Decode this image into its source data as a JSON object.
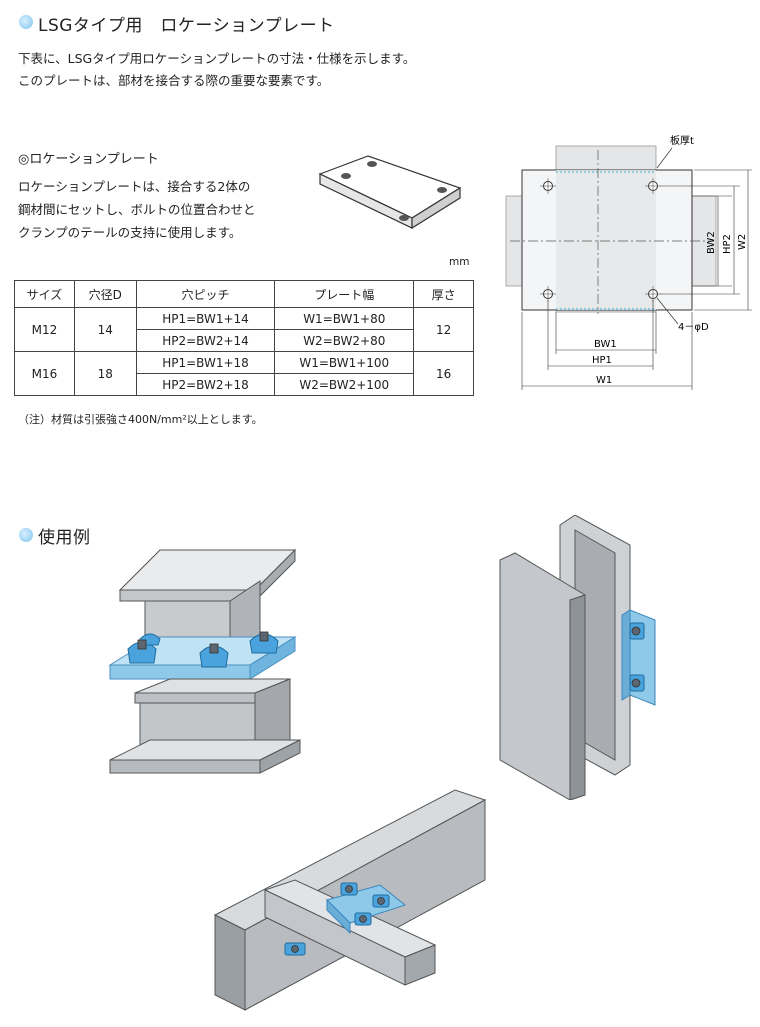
{
  "header": {
    "title": "LSGタイプ用　ロケーションプレート",
    "intro_line1": "下表に、LSGタイプ用ロケーションプレートの寸法・仕様を示します。",
    "intro_line2": "このプレートは、部材を接合する際の重要な要素です。"
  },
  "plate_section": {
    "heading": "◎ロケーションプレート",
    "desc_line1": "ロケーションプレートは、接合する2体の",
    "desc_line2": "鋼材間にセットし、ボルトの位置合わせと",
    "desc_line3": "クランプのテールの支持に使用します。",
    "unit": "mm"
  },
  "spec_table": {
    "headers": [
      "サイズ",
      "穴径D",
      "穴ピッチ",
      "プレート幅",
      "厚さ"
    ],
    "rows": [
      {
        "size": "M12",
        "hole": "14",
        "pitch1": "HP1=BW1+14",
        "pitch2": "HP2=BW2+14",
        "width1": "W1=BW1+80",
        "width2": "W2=BW2+80",
        "thickness": "12"
      },
      {
        "size": "M16",
        "hole": "18",
        "pitch1": "HP1=BW1+18",
        "pitch2": "HP2=BW2+18",
        "width1": "W1=BW1+100",
        "width2": "W2=BW2+100",
        "thickness": "16"
      }
    ],
    "note": "（注）材質は引張強さ400N/mm²以上とします。"
  },
  "drawing": {
    "label_thickness": "板厚t",
    "label_bw2": "BW2",
    "label_hp2": "HP2",
    "label_w2": "W2",
    "label_bw1": "BW1",
    "label_hp1": "HP1",
    "label_w1": "W1",
    "label_holes": "4－φD"
  },
  "usage": {
    "heading": "使用例"
  },
  "colors": {
    "bullet": "#7cc3ee",
    "plate_blue": "#8ec9ea",
    "clamp_blue": "#4aa3dc",
    "steel_gray": "#b4b8bc"
  }
}
